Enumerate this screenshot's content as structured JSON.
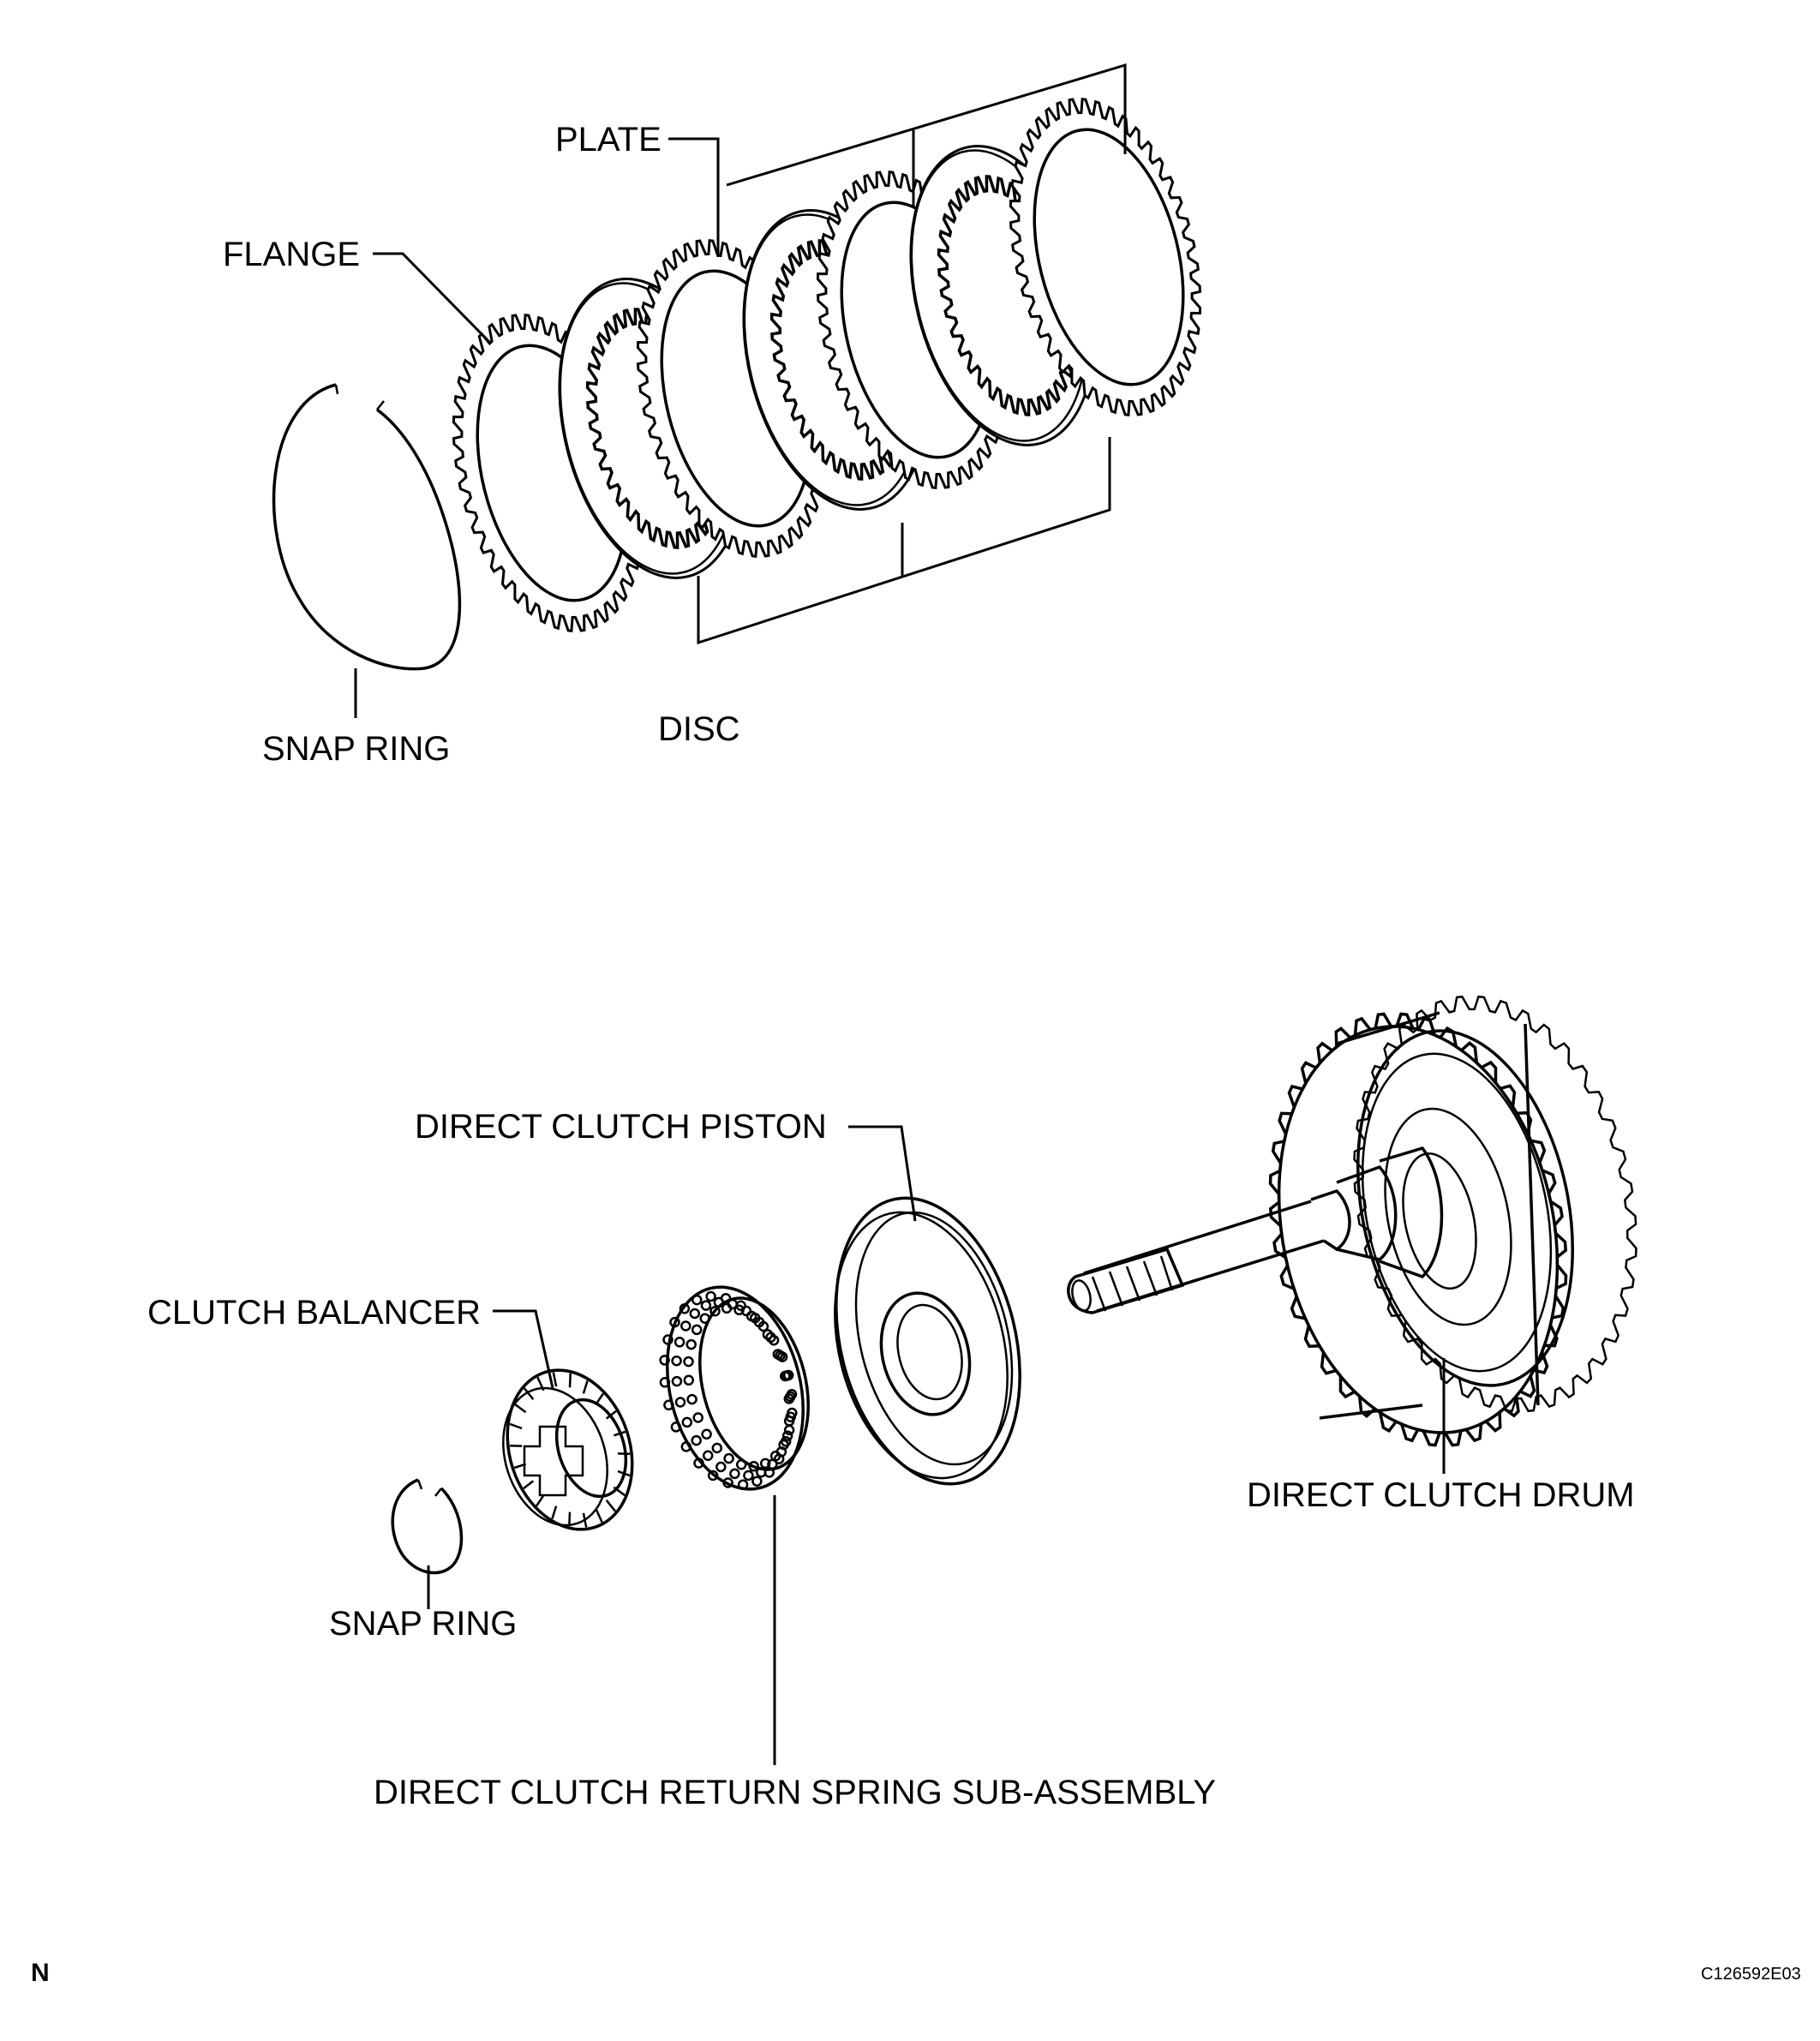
{
  "labels": {
    "plate": "PLATE",
    "flange": "FLANGE",
    "snap_ring_top": "SNAP RING",
    "disc": "DISC",
    "direct_clutch_piston": "DIRECT CLUTCH PISTON",
    "clutch_balancer": "CLUTCH BALANCER",
    "snap_ring_bottom": "SNAP RING",
    "direct_clutch_return_spring": "DIRECT CLUTCH RETURN SPRING SUB-ASSEMBLY",
    "direct_clutch_drum": "DIRECT CLUTCH DRUM"
  },
  "footer": {
    "orientation_mark": "N",
    "figure_id": "C126592E03"
  }
}
